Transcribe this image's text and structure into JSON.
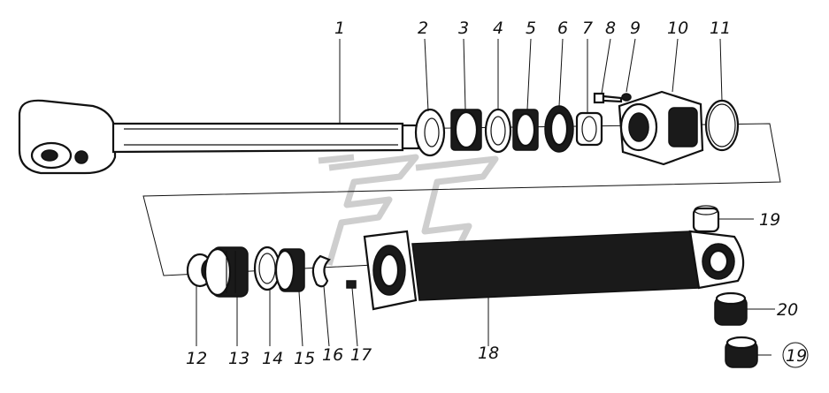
{
  "diagram": {
    "parts": [
      {
        "id": "p1",
        "label": "1"
      },
      {
        "id": "p2",
        "label": "2"
      },
      {
        "id": "p3",
        "label": "3"
      },
      {
        "id": "p4",
        "label": "4"
      },
      {
        "id": "p5",
        "label": "5"
      },
      {
        "id": "p6",
        "label": "6"
      },
      {
        "id": "p7",
        "label": "7"
      },
      {
        "id": "p8",
        "label": "8"
      },
      {
        "id": "p9",
        "label": "9"
      },
      {
        "id": "p10",
        "label": "10"
      },
      {
        "id": "p11",
        "label": "11"
      },
      {
        "id": "p12",
        "label": "12"
      },
      {
        "id": "p13",
        "label": "13"
      },
      {
        "id": "p14",
        "label": "14"
      },
      {
        "id": "p15",
        "label": "15"
      },
      {
        "id": "p16",
        "label": "16"
      },
      {
        "id": "p17",
        "label": "17"
      },
      {
        "id": "p18",
        "label": "18"
      },
      {
        "id": "p19a",
        "label": "19"
      },
      {
        "id": "p20",
        "label": "20"
      },
      {
        "id": "p19b",
        "label": "19",
        "circled": true
      }
    ]
  }
}
